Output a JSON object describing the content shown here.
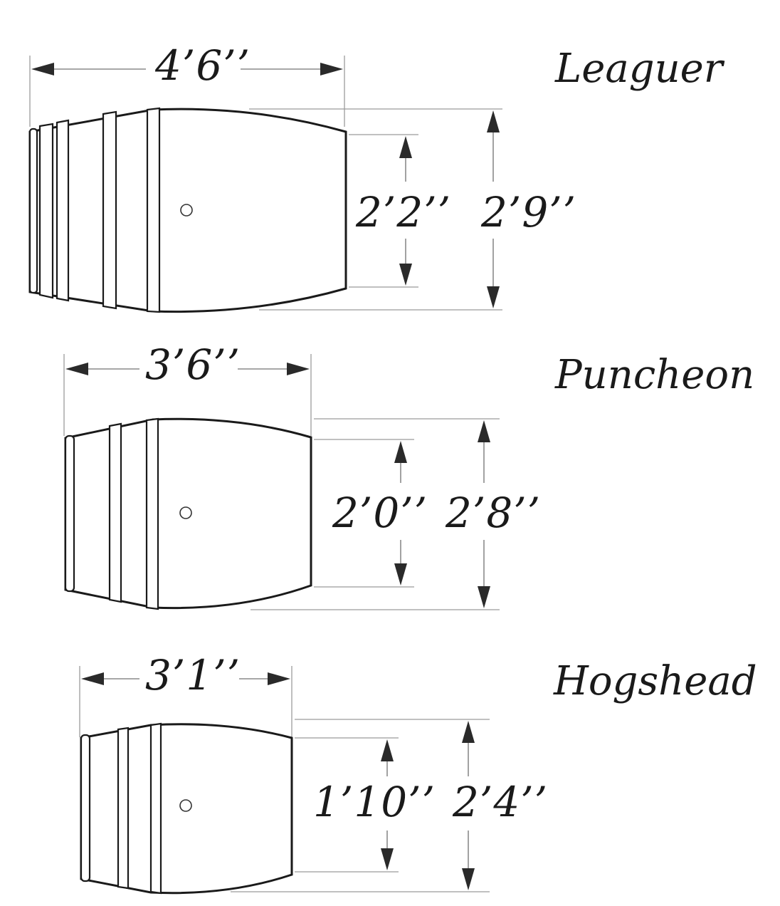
{
  "barrels": [
    {
      "name": "Leaguer",
      "length_label": "4’6’’",
      "head_diameter_label": "2’2’’",
      "bilge_diameter_label": "2’9’’"
    },
    {
      "name": "Puncheon",
      "length_label": "3’6’’",
      "head_diameter_label": "2’0’’",
      "bilge_diameter_label": "2’8’’"
    },
    {
      "name": "Hogshead",
      "length_label": "3’1’’",
      "head_diameter_label": "1’10’’",
      "bilge_diameter_label": "2’4’’"
    }
  ]
}
